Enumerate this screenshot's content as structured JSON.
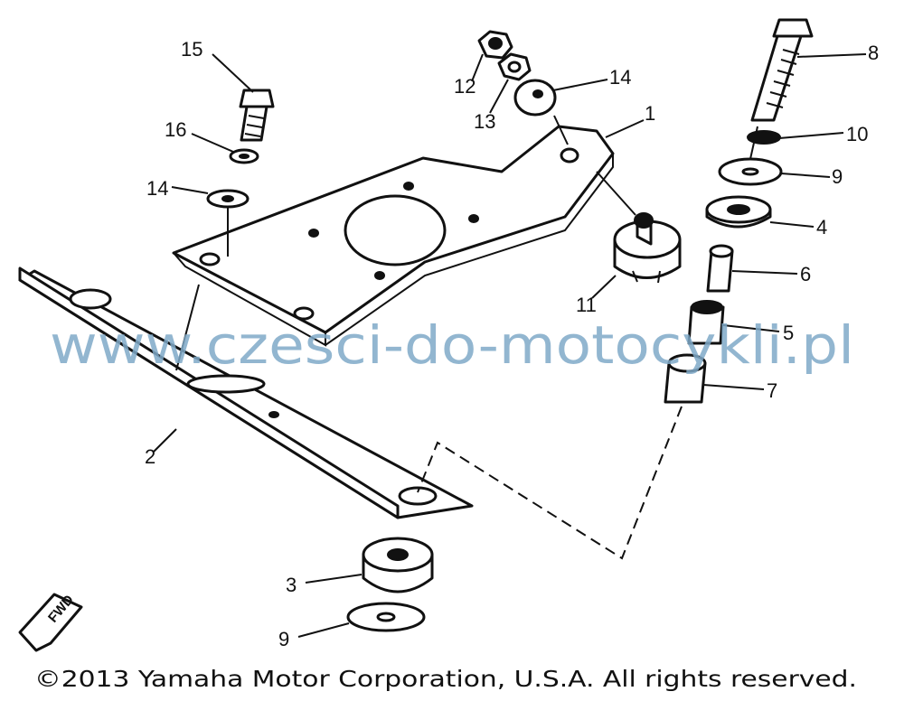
{
  "parts": [
    {
      "number": "1"
    },
    {
      "number": "2"
    },
    {
      "number": "3"
    },
    {
      "number": "4"
    },
    {
      "number": "5"
    },
    {
      "number": "6"
    },
    {
      "number": "7"
    },
    {
      "number": "8"
    },
    {
      "number": "9"
    },
    {
      "number": "9"
    },
    {
      "number": "10"
    },
    {
      "number": "11"
    },
    {
      "number": "12"
    },
    {
      "number": "13"
    },
    {
      "number": "14"
    },
    {
      "number": "14"
    },
    {
      "number": "15"
    },
    {
      "number": "16"
    }
  ],
  "direction_marker": "FWD",
  "watermark": "www.czesci-do-motocykli.pl",
  "copyright": "©2013 Yamaha Motor Corporation, U.S.A. All rights reserved."
}
